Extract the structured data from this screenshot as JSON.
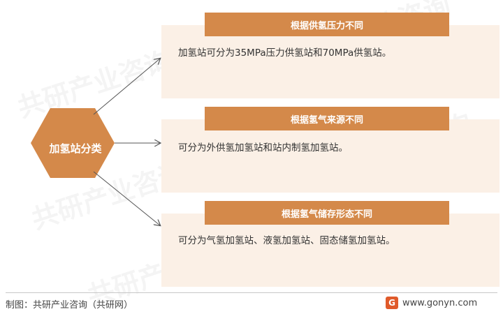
{
  "center_node": {
    "label": "加氢站分类"
  },
  "branches": [
    {
      "header": "根据供氢压力不同",
      "text": "加氢站可分为35MPa压力供氢站和70MPa供氢站。"
    },
    {
      "header": "根据氢气来源不同",
      "text": "可分为外供氢加氢站和站内制氢加氢站。"
    },
    {
      "header": "根据氢气储存形态不同",
      "text": "可分为气氢加氢站、液氢加氢站、固态储氢加氢站。"
    }
  ],
  "footer": {
    "source": "制图：共研产业咨询（共研网）",
    "website": "www.gonyn.com",
    "logo_letter": "G"
  },
  "watermark_text": "共研产业咨询",
  "colors": {
    "accent": "#d4894a",
    "panel_bg": "#fbf0e6",
    "arrow": "#555555"
  }
}
